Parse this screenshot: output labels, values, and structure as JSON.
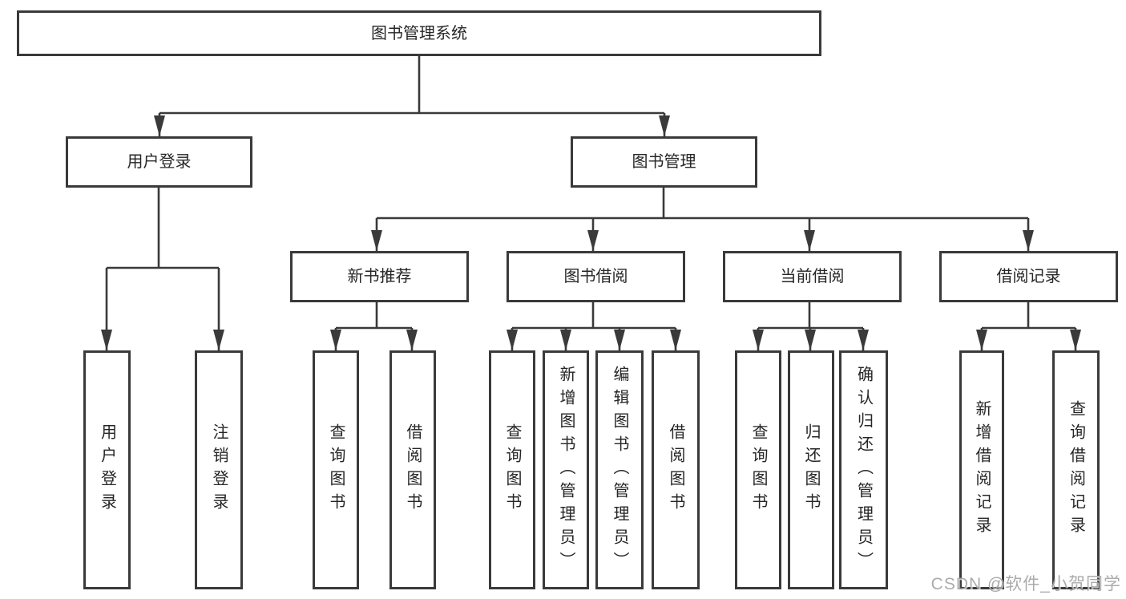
{
  "diagram": {
    "tree": {
      "root": {
        "label": "图书管理系统",
        "children": [
          {
            "label": "用户登录",
            "children": [
              {
                "label": "用户登录"
              },
              {
                "label": "注销登录"
              }
            ]
          },
          {
            "label": "图书管理",
            "children": [
              {
                "label": "新书推荐",
                "children": [
                  {
                    "label": "查询图书"
                  },
                  {
                    "label": "借阅图书"
                  }
                ]
              },
              {
                "label": "图书借阅",
                "children": [
                  {
                    "label": "查询图书"
                  },
                  {
                    "label": "新增图书（管理员）"
                  },
                  {
                    "label": "编辑图书（管理员）"
                  },
                  {
                    "label": "借阅图书"
                  }
                ]
              },
              {
                "label": "当前借阅",
                "children": [
                  {
                    "label": "查询图书"
                  },
                  {
                    "label": "归还图书"
                  },
                  {
                    "label": "确认归还（管理员）"
                  }
                ]
              },
              {
                "label": "借阅记录",
                "children": [
                  {
                    "label": "新增借阅记录"
                  },
                  {
                    "label": "查询借阅记录"
                  }
                ]
              }
            ]
          }
        ]
      }
    },
    "colors": {
      "line": "#3a3a3a",
      "box_border": "#3a3a3a",
      "box_fill": "#ffffff",
      "text": "#262626",
      "background": "#ffffff",
      "watermark": "#a3a3a3"
    }
  },
  "watermark": {
    "text": "CSDN @软件_小贺同学"
  }
}
